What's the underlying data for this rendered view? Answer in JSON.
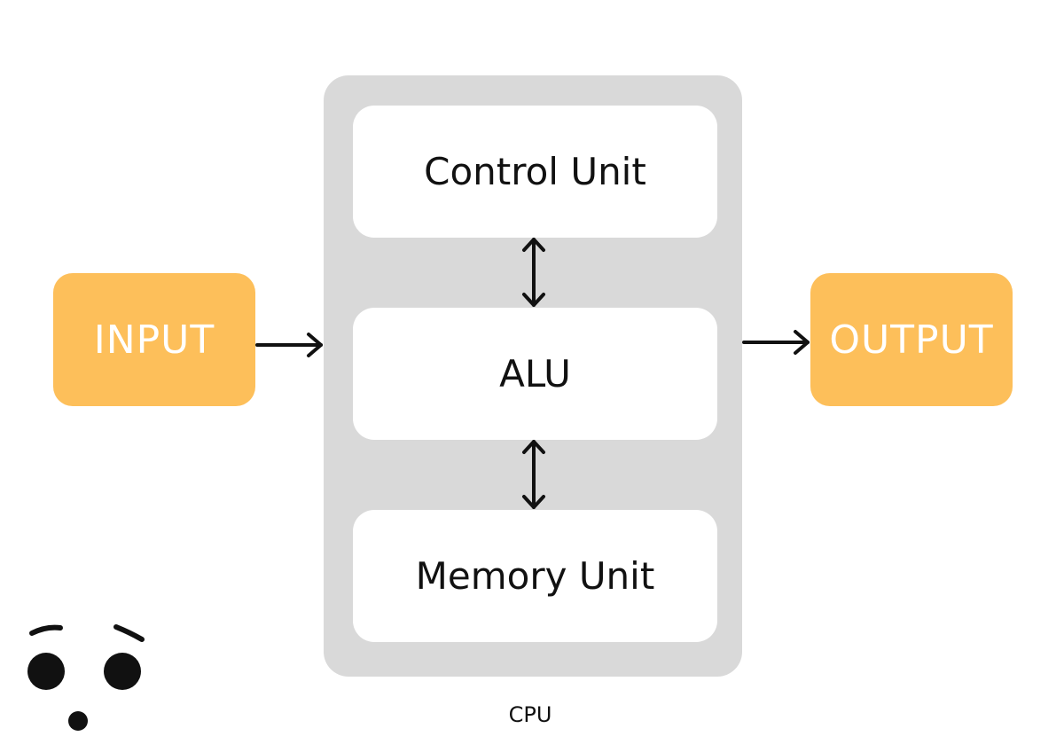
{
  "diagram": {
    "input_label": "INPUT",
    "output_label": "OUTPUT",
    "cpu_label": "CPU",
    "units": [
      {
        "label": "Control Unit"
      },
      {
        "label": "ALU"
      },
      {
        "label": "Memory Unit"
      }
    ]
  },
  "colors": {
    "io_fill": "#fdbf5a",
    "cpu_fill": "#d9d9d9",
    "unit_fill": "#ffffff",
    "arrow": "#111111"
  },
  "icons": {
    "face": "surprised-face-icon"
  }
}
